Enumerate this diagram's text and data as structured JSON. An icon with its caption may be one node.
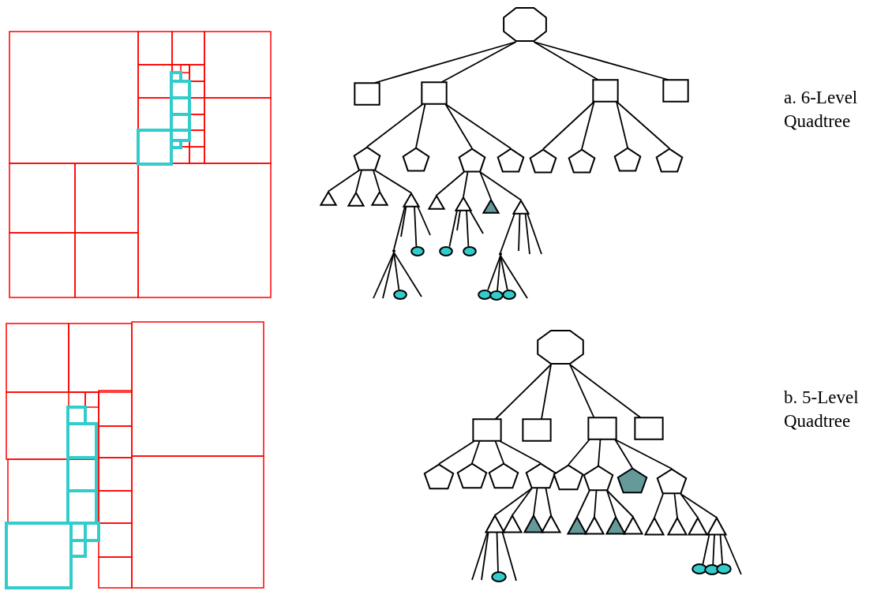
{
  "diagram": {
    "nodes": [
      {
        "text": [],
        "shape": "octagon"
      },
      {
        "text": [],
        "shape": "box"
      },
      {
        "text": [],
        "shape": "box"
      },
      {
        "text": [],
        "shape": "box"
      },
      {
        "text": [],
        "shape": "box"
      },
      {
        "text": [],
        "shape": "pentagon"
      },
      {
        "text": [],
        "shape": "pentagon"
      },
      {
        "text": [],
        "shape": "pentagon"
      },
      {
        "text": [],
        "shape": "pentagon"
      },
      {
        "text": [],
        "shape": "pentagon"
      },
      {
        "text": [],
        "shape": "pentagon"
      },
      {
        "text": [],
        "shape": "pentagon"
      },
      {
        "text": [],
        "shape": "pentagon"
      },
      {
        "text": [],
        "shape": "triangle"
      },
      {
        "text": [],
        "shape": "triangle"
      },
      {
        "text": [],
        "shape": "triangle"
      },
      {
        "text": [],
        "shape": "triangle"
      },
      {
        "text": [],
        "shape": "triangle"
      },
      {
        "text": [],
        "shape": "triangle"
      },
      {
        "text": [],
        "shape": "filled-triangle"
      },
      {
        "text": [],
        "shape": "triangle"
      },
      {
        "text": [],
        "shape": "dot"
      },
      {
        "text": [],
        "shape": "ellipse"
      },
      {
        "text": [],
        "shape": "ellipse"
      },
      {
        "text": [],
        "shape": "ellipse"
      },
      {
        "text": [],
        "shape": "dot"
      },
      {
        "text": [],
        "shape": "ellipse"
      },
      {
        "text": [],
        "shape": "ellipse"
      },
      {
        "text": [],
        "shape": "ellipse"
      },
      {
        "text": [],
        "shape": "ellipse"
      },
      {
        "text": [],
        "shape": "octagon"
      },
      {
        "text": [],
        "shape": "box"
      },
      {
        "text": [],
        "shape": "box"
      },
      {
        "text": [],
        "shape": "box"
      },
      {
        "text": [],
        "shape": "box"
      },
      {
        "text": [],
        "shape": "pentagon"
      },
      {
        "text": [],
        "shape": "pentagon"
      },
      {
        "text": [],
        "shape": "pentagon"
      },
      {
        "text": [],
        "shape": "pentagon"
      },
      {
        "text": [],
        "shape": "pentagon"
      },
      {
        "text": [],
        "shape": "pentagon"
      },
      {
        "text": [],
        "shape": "filled-pentagon"
      },
      {
        "text": [],
        "shape": "pentagon"
      },
      {
        "text": [],
        "shape": "triangle"
      },
      {
        "text": [],
        "shape": "triangle"
      },
      {
        "text": [],
        "shape": "filled-triangle"
      },
      {
        "text": [],
        "shape": "triangle"
      },
      {
        "text": [],
        "shape": "filled-triangle"
      },
      {
        "text": [],
        "shape": "triangle"
      },
      {
        "text": [],
        "shape": "filled-triangle"
      },
      {
        "text": [],
        "shape": "triangle"
      },
      {
        "text": [],
        "shape": "triangle"
      },
      {
        "text": [],
        "shape": "triangle"
      },
      {
        "text": [],
        "shape": "triangle"
      },
      {
        "text": [],
        "shape": "triangle"
      },
      {
        "text": [],
        "shape": "ellipse"
      },
      {
        "text": [],
        "shape": "ellipse"
      },
      {
        "text": [],
        "shape": "ellipse"
      },
      {
        "text": [],
        "shape": "ellipse"
      }
    ],
    "edges": [
      {
        "from": 0,
        "to": 1,
        "arrow": "none"
      },
      {
        "from": 0,
        "to": 2,
        "arrow": "none"
      },
      {
        "from": 0,
        "to": 3,
        "arrow": "none"
      },
      {
        "from": 0,
        "to": 4,
        "arrow": "none"
      },
      {
        "from": 2,
        "to": 5,
        "arrow": "none"
      },
      {
        "from": 2,
        "to": 6,
        "arrow": "none"
      },
      {
        "from": 2,
        "to": 7,
        "arrow": "none"
      },
      {
        "from": 2,
        "to": 8,
        "arrow": "none"
      },
      {
        "from": 3,
        "to": 9,
        "arrow": "none"
      },
      {
        "from": 3,
        "to": 10,
        "arrow": "none"
      },
      {
        "from": 3,
        "to": 11,
        "arrow": "none"
      },
      {
        "from": 3,
        "to": 12,
        "arrow": "none"
      },
      {
        "from": 5,
        "to": 13,
        "arrow": "none"
      },
      {
        "from": 5,
        "to": 14,
        "arrow": "none"
      },
      {
        "from": 5,
        "to": 15,
        "arrow": "none"
      },
      {
        "from": 5,
        "to": 16,
        "arrow": "none"
      },
      {
        "from": 7,
        "to": 17,
        "arrow": "none"
      },
      {
        "from": 7,
        "to": 18,
        "arrow": "none"
      },
      {
        "from": 7,
        "to": 19,
        "arrow": "none"
      },
      {
        "from": 7,
        "to": 20,
        "arrow": "none"
      },
      {
        "from": 16,
        "to": 21,
        "arrow": "none"
      },
      {
        "from": 16,
        "to": null,
        "arrow": "none"
      },
      {
        "from": 16,
        "to": 22,
        "arrow": "none"
      },
      {
        "from": 16,
        "to": null,
        "arrow": "none"
      },
      {
        "from": 18,
        "to": 23,
        "arrow": "none"
      },
      {
        "from": 18,
        "to": null,
        "arrow": "none"
      },
      {
        "from": 18,
        "to": 24,
        "arrow": "none"
      },
      {
        "from": 18,
        "to": null,
        "arrow": "none"
      },
      {
        "from": 20,
        "to": 25,
        "arrow": "none"
      },
      {
        "from": 20,
        "to": null,
        "arrow": "none"
      },
      {
        "from": 20,
        "to": null,
        "arrow": "none"
      },
      {
        "from": 20,
        "to": null,
        "arrow": "none"
      },
      {
        "from": 21,
        "to": null,
        "arrow": "none"
      },
      {
        "from": 21,
        "to": null,
        "arrow": "none"
      },
      {
        "from": 21,
        "to": 26,
        "arrow": "none"
      },
      {
        "from": 21,
        "to": null,
        "arrow": "none"
      },
      {
        "from": 25,
        "to": 27,
        "arrow": "none"
      },
      {
        "from": 25,
        "to": 28,
        "arrow": "none"
      },
      {
        "from": 25,
        "to": 29,
        "arrow": "none"
      },
      {
        "from": 25,
        "to": null,
        "arrow": "none"
      },
      {
        "from": 30,
        "to": 31,
        "arrow": "none"
      },
      {
        "from": 30,
        "to": 32,
        "arrow": "none"
      },
      {
        "from": 30,
        "to": 33,
        "arrow": "none"
      },
      {
        "from": 30,
        "to": 34,
        "arrow": "none"
      },
      {
        "from": 31,
        "to": 35,
        "arrow": "none"
      },
      {
        "from": 31,
        "to": 36,
        "arrow": "none"
      },
      {
        "from": 31,
        "to": 37,
        "arrow": "none"
      },
      {
        "from": 31,
        "to": 38,
        "arrow": "none"
      },
      {
        "from": 33,
        "to": 39,
        "arrow": "none"
      },
      {
        "from": 33,
        "to": 40,
        "arrow": "none"
      },
      {
        "from": 33,
        "to": 41,
        "arrow": "none"
      },
      {
        "from": 33,
        "to": 42,
        "arrow": "none"
      },
      {
        "from": 38,
        "to": 43,
        "arrow": "none"
      },
      {
        "from": 38,
        "to": 44,
        "arrow": "none"
      },
      {
        "from": 38,
        "to": 45,
        "arrow": "none"
      },
      {
        "from": 38,
        "to": 46,
        "arrow": "none"
      },
      {
        "from": 40,
        "to": 47,
        "arrow": "none"
      },
      {
        "from": 40,
        "to": 48,
        "arrow": "none"
      },
      {
        "from": 40,
        "to": 49,
        "arrow": "none"
      },
      {
        "from": 40,
        "to": 50,
        "arrow": "none"
      },
      {
        "from": 42,
        "to": 51,
        "arrow": "none"
      },
      {
        "from": 42,
        "to": 52,
        "arrow": "none"
      },
      {
        "from": 42,
        "to": 53,
        "arrow": "none"
      },
      {
        "from": 42,
        "to": 54,
        "arrow": "none"
      },
      {
        "from": 43,
        "to": null,
        "arrow": "none"
      },
      {
        "from": 43,
        "to": null,
        "arrow": "none"
      },
      {
        "from": 43,
        "to": 55,
        "arrow": "none"
      },
      {
        "from": 43,
        "to": null,
        "arrow": "none"
      },
      {
        "from": 54,
        "to": 56,
        "arrow": "none"
      },
      {
        "from": 54,
        "to": 57,
        "arrow": "none"
      },
      {
        "from": 54,
        "to": 58,
        "arrow": "none"
      },
      {
        "from": 54,
        "to": null,
        "arrow": "none"
      }
    ],
    "labels": [
      "a. 6-Level Quadtree",
      "b. 5-Level Quadtree"
    ]
  }
}
